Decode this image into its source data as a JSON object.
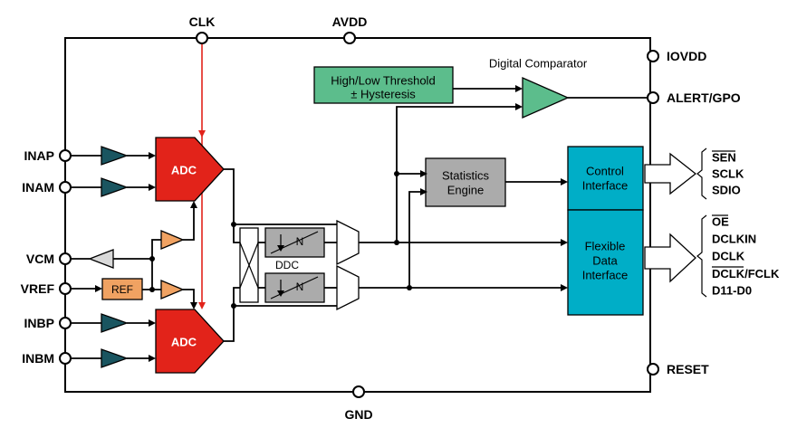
{
  "colors": {
    "line": "#000000",
    "red": "#e2231a",
    "dark_teal": "#1a5560",
    "orange": "#f0a262",
    "light_gray": "#d9d9d9",
    "green": "#5cbd8c",
    "gray": "#ababab",
    "cyan": "#00aec7"
  },
  "pins": {
    "clk": "CLK",
    "avdd": "AVDD",
    "gnd": "GND",
    "iovdd": "IOVDD",
    "alert_gpo": "ALERT/GPO",
    "reset": "RESET",
    "inap": "INAP",
    "inam": "INAM",
    "vcm": "VCM",
    "vref": "VREF",
    "inbp": "INBP",
    "inbm": "INBM"
  },
  "blocks": {
    "adc_a": "ADC",
    "adc_b": "ADC",
    "ref": "REF",
    "ddc": "DDC",
    "decim_top_n": "N",
    "decim_bottom_n": "N",
    "threshold_line1": "High/Low Threshold",
    "threshold_line2": "± Hysteresis",
    "digital_comparator": "Digital Comparator",
    "stats_line1": "Statistics",
    "stats_line2": "Engine",
    "control_line1": "Control",
    "control_line2": "Interface",
    "flex_line1": "Flexible",
    "flex_line2": "Data",
    "flex_line3": "Interface"
  },
  "serial_port": {
    "sen": "SEN",
    "sclk": "SCLK",
    "sdio": "SDIO"
  },
  "data_port": {
    "oe": "OE",
    "dclkin": "DCLKIN",
    "dclk": "DCLK",
    "dclk_fclk_pre": "DCLK",
    "dclk_fclk_post": "/FCLK",
    "d11_d0": "D11-D0"
  }
}
